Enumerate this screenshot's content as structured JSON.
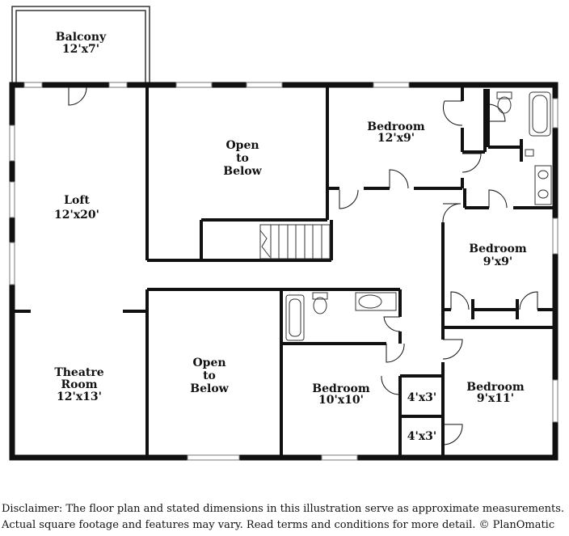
{
  "rooms": {
    "balcony": {
      "name": "Balcony",
      "dim": "12'x7'"
    },
    "loft": {
      "name": "Loft",
      "dim": "12'x20'"
    },
    "open1": {
      "line1": "Open",
      "line2": "to",
      "line3": "Below"
    },
    "bedroom1": {
      "name": "Bedroom",
      "dim": "12'x9'"
    },
    "bedroom2": {
      "name": "Bedroom",
      "dim": "9'x9'"
    },
    "theatre": {
      "line1": "Theatre",
      "line2": "Room",
      "dim": "12'x13'"
    },
    "open2": {
      "line1": "Open",
      "line2": "to",
      "line3": "Below"
    },
    "bedroom3": {
      "name": "Bedroom",
      "dim": "10'x10'"
    },
    "bedroom4": {
      "name": "Bedroom",
      "dim": "9'x11'"
    },
    "closet1": {
      "dim": "4'x3'"
    },
    "closet2": {
      "dim": "4'x3'"
    }
  },
  "disclaimer": {
    "line1": "Disclaimer: The floor plan and stated dimensions in this illustration serve as approximate measurements.",
    "line2": "Actual square footage and features may vary. Read terms and conditions for more detail. © PlanOmatic"
  },
  "colors": {
    "wall": "#111111",
    "thin": "#333333",
    "window": "#9a9a9a"
  }
}
